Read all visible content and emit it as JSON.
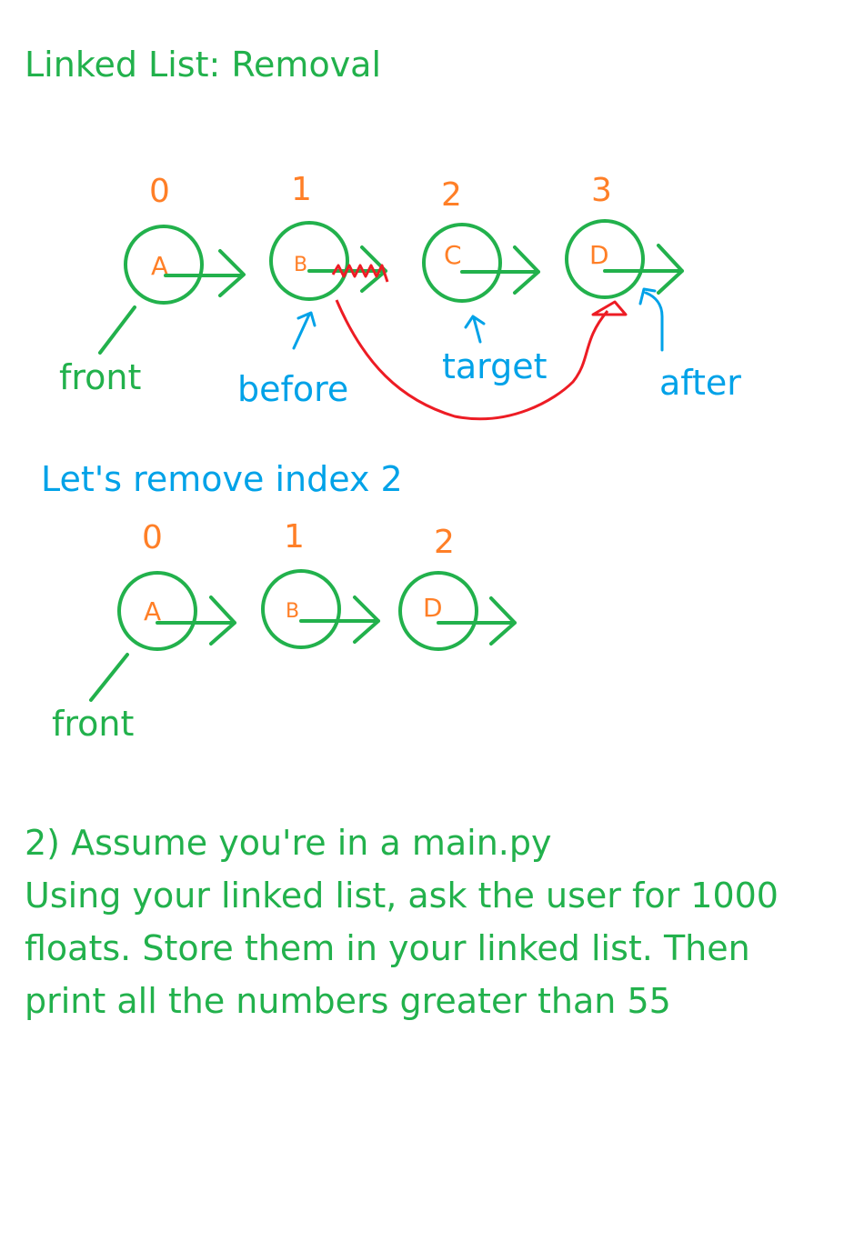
{
  "title": "Linked List: Removal",
  "before_list": {
    "indices": [
      "0",
      "1",
      "2",
      "3"
    ],
    "nodes": [
      "A",
      "B",
      "C",
      "D"
    ],
    "labels": {
      "front": "front",
      "before": "before",
      "target": "target",
      "after": "after"
    }
  },
  "caption": "Let's remove index 2",
  "after_list": {
    "indices": [
      "0",
      "1",
      "2"
    ],
    "nodes": [
      "A",
      "B",
      "D"
    ],
    "labels": {
      "front": "front"
    }
  },
  "question": {
    "lines": [
      "2) Assume you're in a main.py",
      "Using your linked list, ask the user for 1000",
      "floats. Store them in your linked list. Then",
      "print all the numbers greater than 55"
    ]
  },
  "colors": {
    "node_stroke": "#22b14c",
    "index_text": "#ff7f27",
    "pointer_labels": "#00a2e8",
    "relink_arrow": "#ed1c24"
  }
}
